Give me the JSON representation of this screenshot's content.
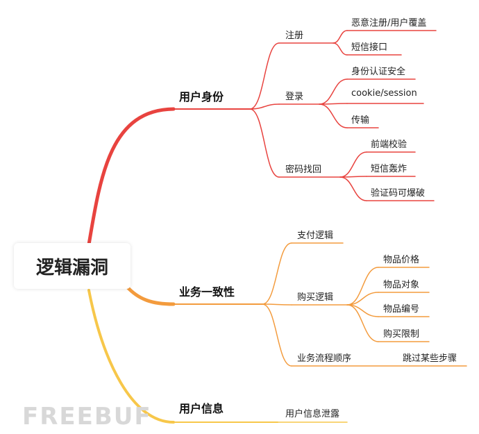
{
  "root": {
    "label": "逻辑漏洞"
  },
  "watermark": "FREEBUF",
  "colors": {
    "red": "#e8433f",
    "orange": "#f39b3d",
    "yellow": "#f7c74a"
  },
  "branches": [
    {
      "label": "用户身份",
      "color": "#e8433f",
      "children": [
        {
          "label": "注册",
          "children": [
            {
              "label": "恶意注册/用户覆盖"
            },
            {
              "label": "短信接口"
            }
          ]
        },
        {
          "label": "登录",
          "children": [
            {
              "label": "身份认证安全"
            },
            {
              "label": "cookie/session"
            },
            {
              "label": "传输"
            }
          ]
        },
        {
          "label": "密码找回",
          "children": [
            {
              "label": "前端校验"
            },
            {
              "label": "短信轰炸"
            },
            {
              "label": "验证码可爆破"
            }
          ]
        }
      ]
    },
    {
      "label": "业务一致性",
      "color": "#f39b3d",
      "children": [
        {
          "label": "支付逻辑",
          "children": []
        },
        {
          "label": "购买逻辑",
          "children": [
            {
              "label": "物品价格"
            },
            {
              "label": "物品对象"
            },
            {
              "label": "物品编号"
            },
            {
              "label": "购买限制"
            }
          ]
        },
        {
          "label": "业务流程顺序",
          "children": [
            {
              "label": "跳过某些步骤"
            }
          ]
        }
      ]
    },
    {
      "label": "用户信息",
      "color": "#f7c74a",
      "children": [
        {
          "label": "用户信息泄露",
          "children": []
        }
      ]
    }
  ]
}
